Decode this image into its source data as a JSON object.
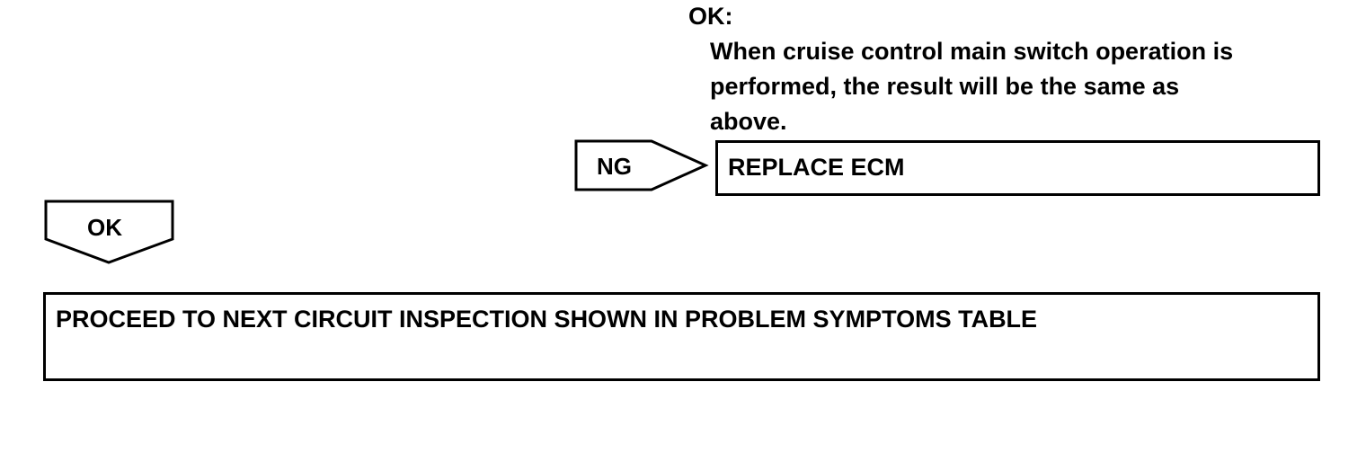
{
  "spec": {
    "heading": "OK:",
    "lines": [
      "When cruise control main switch operation is",
      "performed, the result will be the same as",
      "above."
    ]
  },
  "ng_arrow": {
    "label": "NG"
  },
  "replace_box": {
    "label": "REPLACE ECM"
  },
  "ok_arrow": {
    "label": "OK"
  },
  "proceed_box": {
    "label": "PROCEED TO NEXT CIRCUIT INSPECTION SHOWN IN PROBLEM SYMPTOMS TABLE"
  }
}
